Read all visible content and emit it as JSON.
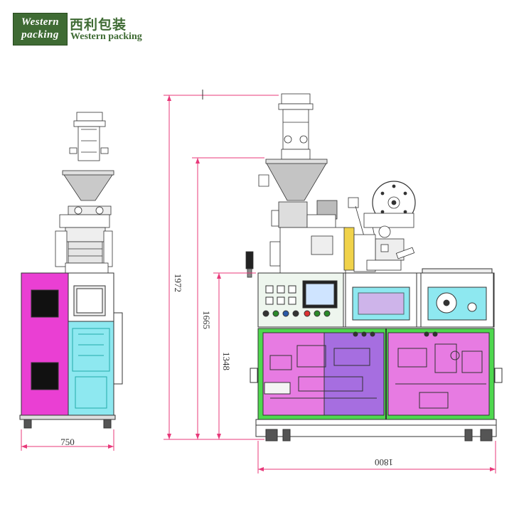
{
  "logo": {
    "box_line1": "Western",
    "box_line2": "packing",
    "chinese_name": "西利包装",
    "english_name": "Western packing"
  },
  "dimensions": {
    "side_width": "750",
    "front_width": "1800",
    "total_height": "1972",
    "upper_height": "1665",
    "lower_height": "1348"
  },
  "colors": {
    "brand_green": "#3f6b34",
    "cabinet_magenta": "#ea3fd3",
    "panel_cyan": "#8ee8f0",
    "frame_green": "#4ed84e",
    "panel_purple": "#a66ee0",
    "panel_pink": "#e77be2",
    "dim_line": "#e8397a"
  }
}
